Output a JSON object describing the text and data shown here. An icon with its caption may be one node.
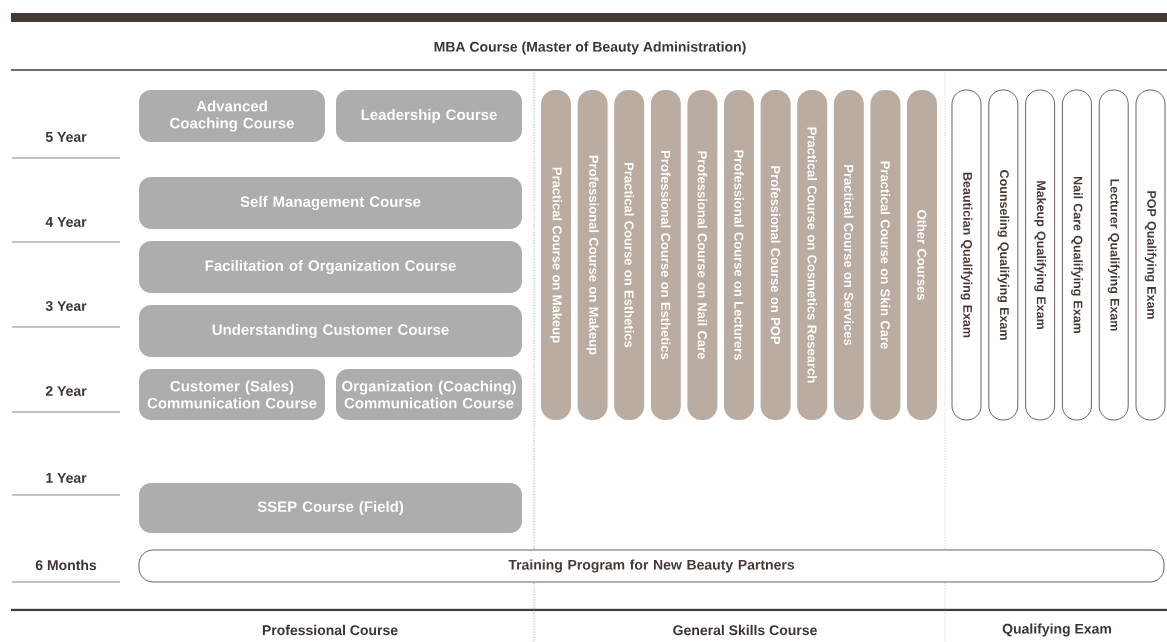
{
  "diagram": {
    "nodes": [
      {
        "text": [
          "Advanced Coaching Course"
        ]
      },
      {
        "text": [
          "Leadership Course"
        ]
      },
      {
        "text": [
          "Self Management Course"
        ]
      },
      {
        "text": [
          "Facilitation of Organization Course"
        ]
      },
      {
        "text": [
          "Understanding Customer Course"
        ]
      },
      {
        "text": [
          "Customer (Sales) Communication Course"
        ]
      },
      {
        "text": [
          "Organization (Coaching) Communication Course"
        ]
      },
      {
        "text": [
          "SSEP Course (Field)"
        ]
      },
      {
        "text": [
          "Practical Course on Makeup"
        ]
      },
      {
        "text": [
          "Professional Course on Makeup"
        ]
      },
      {
        "text": [
          "Practical Course on Esthetics"
        ]
      },
      {
        "text": [
          "Professional Course on Esthetics"
        ]
      },
      {
        "text": [
          "Professional Course on Nail Care"
        ]
      },
      {
        "text": [
          "Professional Course on Lecturers"
        ]
      },
      {
        "text": [
          "Professional Course on POP"
        ]
      },
      {
        "text": [
          "Practical Course on Cosmetics Research"
        ]
      },
      {
        "text": [
          "Practical Course on Services"
        ]
      },
      {
        "text": [
          "Practical Course on Skin Care"
        ]
      },
      {
        "text": [
          "Other Courses"
        ]
      },
      {
        "text": [
          "Beautician Qualifying Exam"
        ]
      },
      {
        "text": [
          "Counseling Qualifying Exam"
        ]
      },
      {
        "text": [
          "Makeup Qualifying Exam"
        ]
      },
      {
        "text": [
          "Nail Care Qualifying Exam"
        ]
      },
      {
        "text": [
          "Lecturer Qualifying Exam"
        ]
      },
      {
        "text": [
          "POP Qualifying Exam"
        ]
      },
      {
        "text": [
          "Training Program for New Beauty Partners"
        ]
      }
    ],
    "labels": [
      "MBA Course (Master of Beauty Administration)",
      "5 Year",
      "4 Year",
      "3 Year",
      "2 Year",
      "1 Year",
      "6 Months",
      "Professional Course",
      "General Skills Course",
      "Qualifying Exam"
    ]
  }
}
